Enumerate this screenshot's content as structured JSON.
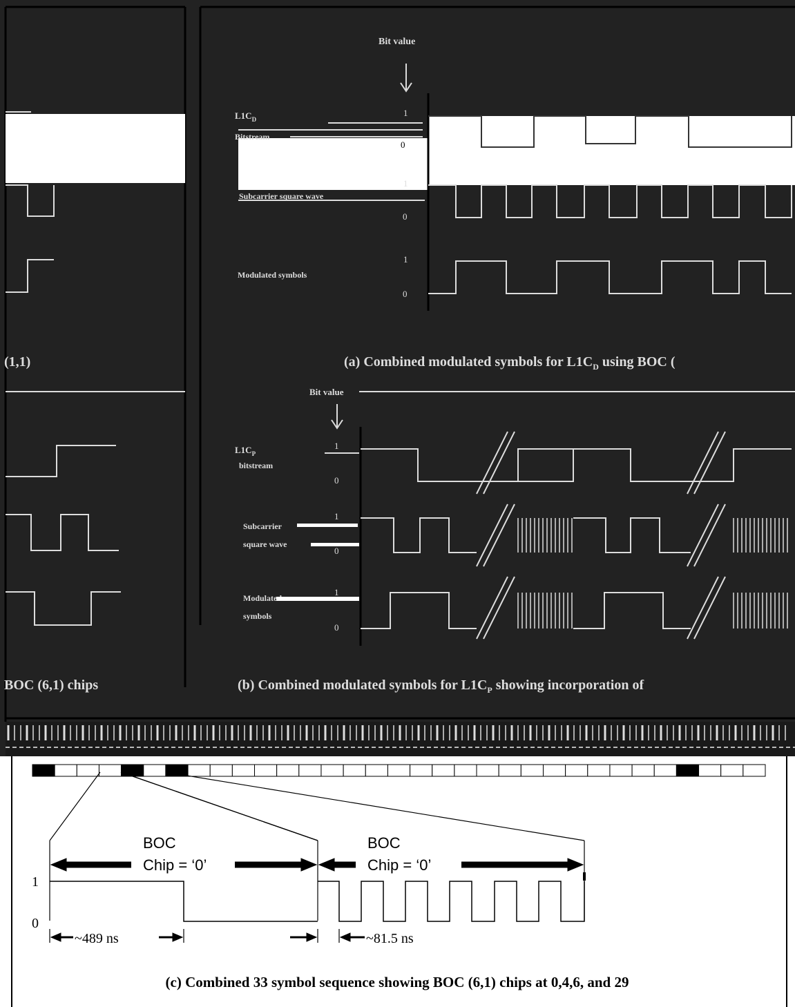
{
  "panel_a": {
    "bit_value": "Bit value",
    "stream_label_1": "L1C",
    "stream_label_1_sub": "D",
    "stream_label_2": "Bitstream",
    "subcarrier_label": "Subcarrier square wave",
    "modulated_label": "Modulated symbols",
    "level_1": "1",
    "level_0": "0",
    "caption_prefix": "(a) Combined modulated symbols for L1C",
    "caption_sub": "D",
    "caption_suffix": " using BOC (",
    "left_caption": "(1,1)"
  },
  "panel_b": {
    "bit_value": "Bit value",
    "stream_label_1": "L1C",
    "stream_label_1_sub": "P",
    "stream_label_2": "bitstream",
    "subcarrier_label_1": "Subcarrier",
    "subcarrier_label_2": "square wave",
    "modulated_label_1": "Modulated",
    "modulated_label_2": "symbols",
    "level_1": "1",
    "level_0": "0",
    "caption_prefix": "(b) Combined modulated symbols for L1C",
    "caption_sub": "P",
    "caption_suffix": " showing incorporation of",
    "left_caption": "BOC (6,1) chips"
  },
  "panel_c": {
    "chip_header_1": "BOC",
    "chip_value_1": "Chip = ‘0’",
    "chip_header_2": "BOC",
    "chip_value_2": "Chip = ‘0’",
    "level_1": "1",
    "level_0": "0",
    "duration_1": "~489 ns",
    "duration_2": "~81.5 ns",
    "caption": "(c) Combined 33 symbol sequence showing BOC (6,1) chips at 0,4,6, and 29",
    "sequence_length": 33,
    "boc61_chip_indices": [
      0,
      4,
      6,
      29
    ]
  }
}
